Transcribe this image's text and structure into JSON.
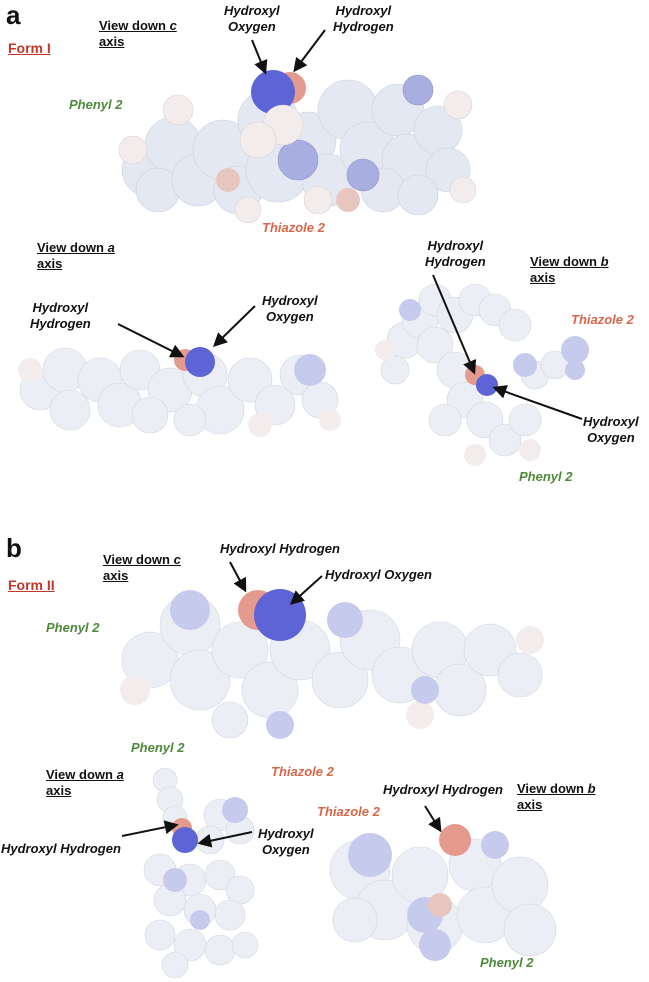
{
  "panels": [
    {
      "letter": "a",
      "form": "Form I",
      "view_c": [
        "View down ",
        "c",
        "axis"
      ],
      "view_a": [
        "View down ",
        "a",
        "axis"
      ],
      "view_b": [
        "View down ",
        "b",
        "axis"
      ],
      "labels": {
        "hydroxyl_oxygen": [
          "Hydroxyl",
          "Oxygen"
        ],
        "hydroxyl_hydrogen": [
          "Hydroxyl",
          "Hydrogen"
        ],
        "phenyl": "Phenyl 2",
        "thiazole": "Thiazole 2"
      }
    },
    {
      "letter": "b",
      "form": "Form II",
      "view_c": [
        "View down ",
        "c",
        "axis"
      ],
      "view_a": [
        "View down ",
        "a",
        "axis"
      ],
      "view_b": [
        "View down ",
        "b",
        "axis"
      ],
      "labels": {
        "hydroxyl_hydrogen_full": "Hydroxyl Hydrogen",
        "hydroxyl_oxygen_full": "Hydroxyl Oxygen",
        "hydroxyl_oxygen": [
          "Hydroxyl",
          "Oxygen"
        ],
        "phenyl": "Phenyl 2",
        "thiazole": "Thiazole 2"
      }
    }
  ],
  "colors": {
    "carbon": "#e4e8f2",
    "hydrogen": "#f3ecec",
    "nitrogen": "#a9aee0",
    "sulfur": "#e7c6c0",
    "oxygen_highlight": "#5d64d6",
    "hydrogen_highlight": "#e59a8e",
    "form_label": "#c0392b",
    "phenyl_label": "#4e8a3a",
    "thiazole_label": "#d9664a"
  }
}
